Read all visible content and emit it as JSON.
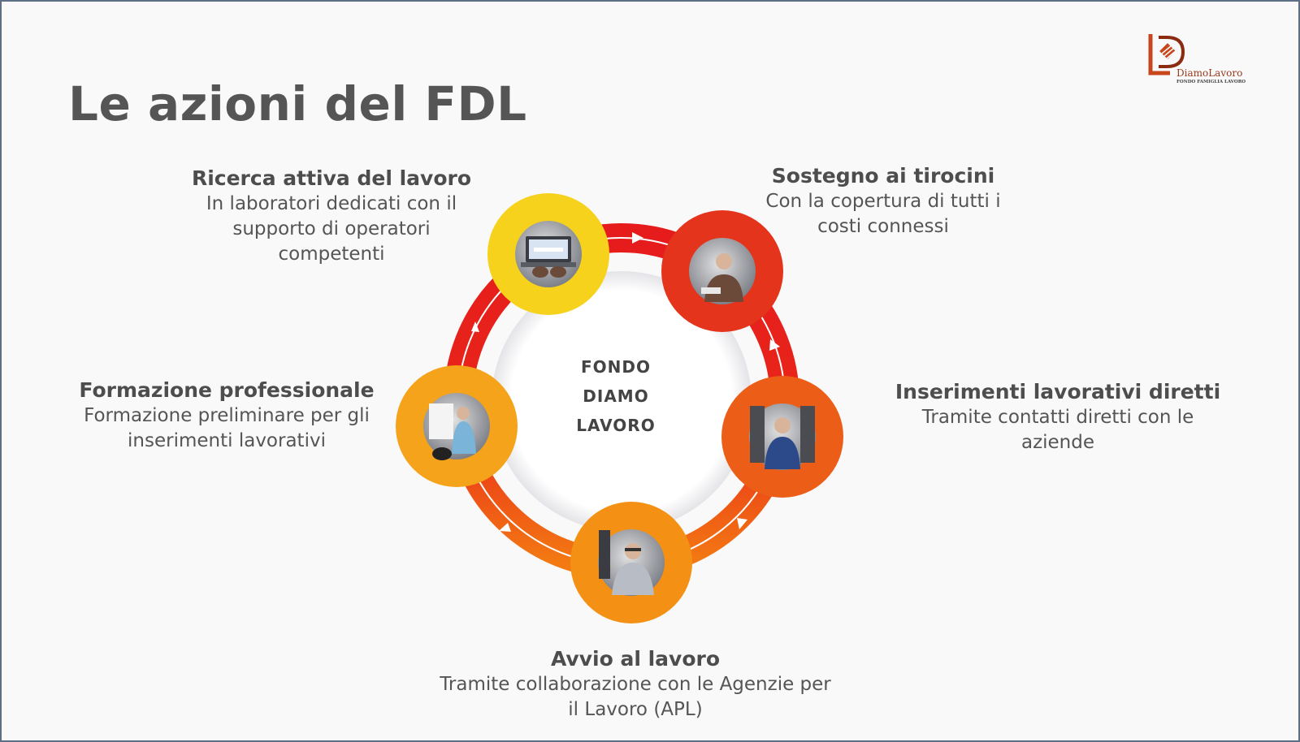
{
  "title": "Le azioni del FDL",
  "logo": {
    "name": "DiamoLavoro",
    "subtitle": "FONDO FAMIGLIA LAVORO",
    "colors": {
      "primary": "#c8461c",
      "secondary": "#8b2b10"
    }
  },
  "center": {
    "label": "FONDO\nDIAMO\nLAVORO"
  },
  "actions": [
    {
      "title": "Ricerca attiva del lavoro",
      "description": "In laboratori dedicati con il\nsupporto di operatori\ncompetenti",
      "image": "laptop-job-search-photo",
      "color": "#f7d21a"
    },
    {
      "title": "Sostegno ai tirocini",
      "description": "Con la copertura di tutti i\ncosti connessi",
      "image": "masked-worker-photo",
      "color": "#e8361c"
    },
    {
      "title": "Inserimenti lavorativi diretti",
      "description": "Tramite contatti diretti con le\naziende",
      "image": "factory-worker-photo",
      "color": "#ee6018"
    },
    {
      "title": "Avvio al lavoro",
      "description": "Tramite collaborazione con le  Agenzie per\nil Lavoro (APL)",
      "image": "office-worker-photo",
      "color": "#f49114"
    },
    {
      "title": "Formazione professionale",
      "description": "Formazione preliminare per gli\ninserimenti lavorativi",
      "image": "training-session-photo",
      "color": "#f6a81a"
    }
  ]
}
